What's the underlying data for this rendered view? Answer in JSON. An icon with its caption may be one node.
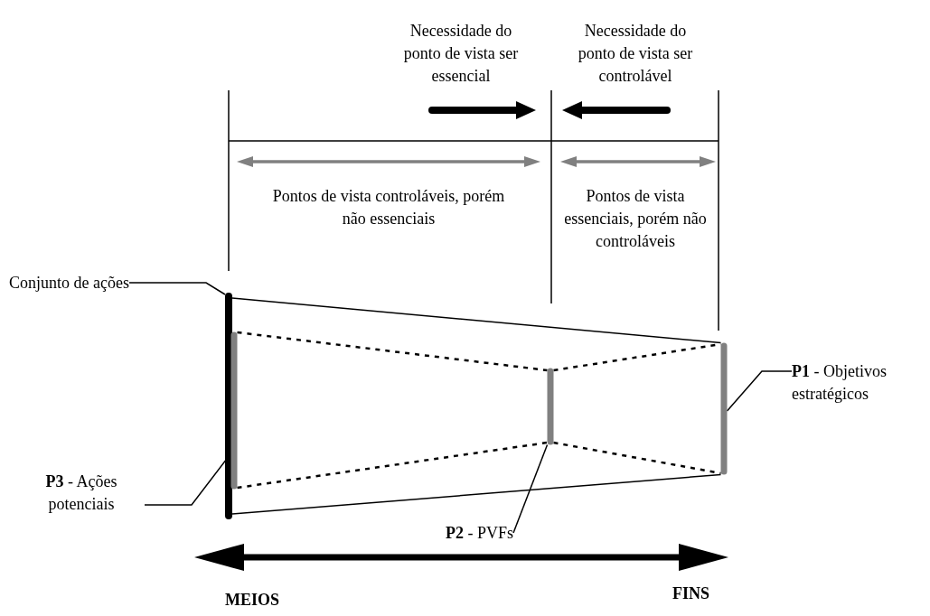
{
  "diagram": {
    "nodes": [
      {
        "text": [
          "Conjunto de ações"
        ]
      },
      {
        "text": [],
        "shape": "bar"
      },
      {
        "text": [],
        "shape": "bar"
      },
      {
        "text": [],
        "shape": "bar"
      },
      {
        "text": [],
        "shape": "bar"
      },
      {
        "text": [
          "**P3** - Ações potenciais"
        ]
      },
      {
        "text": [
          "**P2** - PVFs"
        ]
      },
      {
        "text": [
          "**P1** - Objetivos estratégicos"
        ]
      }
    ],
    "edges": [
      {
        "from": 0,
        "to": 1,
        "arrow": "none"
      },
      {
        "from": 5,
        "to": 2,
        "arrow": "none"
      },
      {
        "from": 6,
        "to": 3,
        "arrow": "none"
      },
      {
        "from": 7,
        "to": 4,
        "arrow": "none"
      },
      {
        "from": 1,
        "to": 4,
        "arrow": "none"
      },
      {
        "from": 1,
        "to": 4,
        "arrow": "none"
      },
      {
        "from": 2,
        "to": 3,
        "arrow": "none",
        "style": "dashed"
      },
      {
        "from": 2,
        "to": 3,
        "arrow": "none",
        "style": "dashed"
      },
      {
        "from": 3,
        "to": 4,
        "arrow": "none",
        "style": "dashed"
      },
      {
        "from": 3,
        "to": 4,
        "arrow": "none",
        "style": "dashed"
      }
    ],
    "labels": [
      "Necessidade do ponto de vista ser essencial",
      "Necessidade do ponto de vista ser controlável",
      "Pontos de vista controláveis, porém não essenciais",
      "Pontos de vista essenciais, porém não controláveis",
      "MEIOS",
      "FINS"
    ]
  }
}
